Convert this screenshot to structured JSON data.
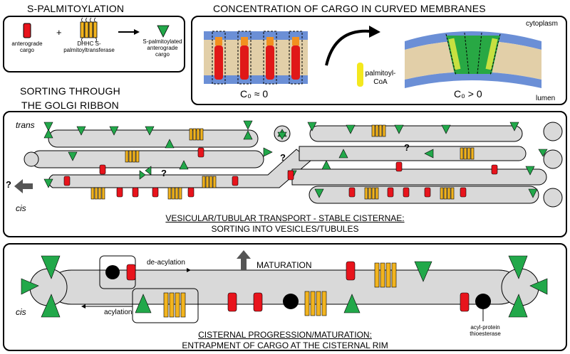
{
  "palm": {
    "title": "S-PALMITOYLATION",
    "cargo_label": "anterograde cargo",
    "enzyme_label": "DHHC S-palmitoyltransferase",
    "product_label": "S-palmitoylated anterograde cargo",
    "plus": "+"
  },
  "conc": {
    "title": "CONCENTRATION OF CARGO IN CURVED MEMBRANES",
    "coa_label": "palmitoyl-CoA",
    "c0_flat": "C₀ ≈ 0",
    "c0_curved": "C₀ > 0",
    "cytoplasm": "cytoplasm",
    "lumen": "lumen"
  },
  "golgi": {
    "title_line1": "SORTING THROUGH",
    "title_line2": "THE GOLGI RIBBON",
    "trans": "trans",
    "cis": "cis",
    "q": "?",
    "caption_line1": "VESICULAR/TUBULAR TRANSPORT - STABLE CISTERNAE:",
    "caption_line2": "SORTING INTO VESICLES/TUBULES"
  },
  "matur": {
    "deacylation": "de-acylation",
    "acylation": "acylation",
    "maturation": "MATURATION",
    "cis": "cis",
    "thioesterase": "acyl-protein thioesterase",
    "caption_line1": "CISTERNAL PROGRESSION/MATURATION:",
    "caption_line2": "ENTRAPMENT OF CARGO AT THE CISTERNAL RIM"
  },
  "colors": {
    "cargo_red": "#e8141c",
    "enzyme_orange": "#f2b41e",
    "green": "#22a84a",
    "cisterna_gray": "#d9d9d9"
  }
}
